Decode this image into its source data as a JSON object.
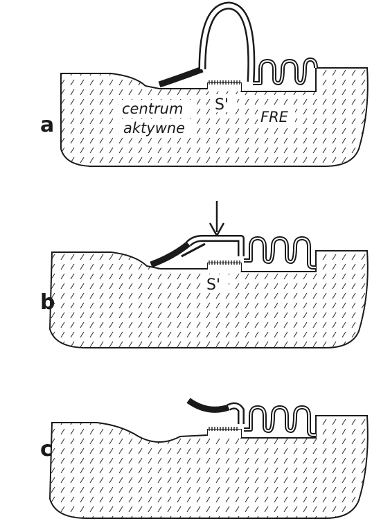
{
  "panels": [
    {
      "id": "a",
      "label": "a"
    },
    {
      "id": "b",
      "label": "b"
    },
    {
      "id": "c",
      "label": "c"
    }
  ],
  "annotations": {
    "site_prime": "S'",
    "active_center_line1": "centrum",
    "active_center_line2": "aktywne",
    "fre": "FRE"
  },
  "colors": {
    "outline": "#1a1a1a",
    "background": "#ffffff",
    "hatch": "#333333"
  }
}
